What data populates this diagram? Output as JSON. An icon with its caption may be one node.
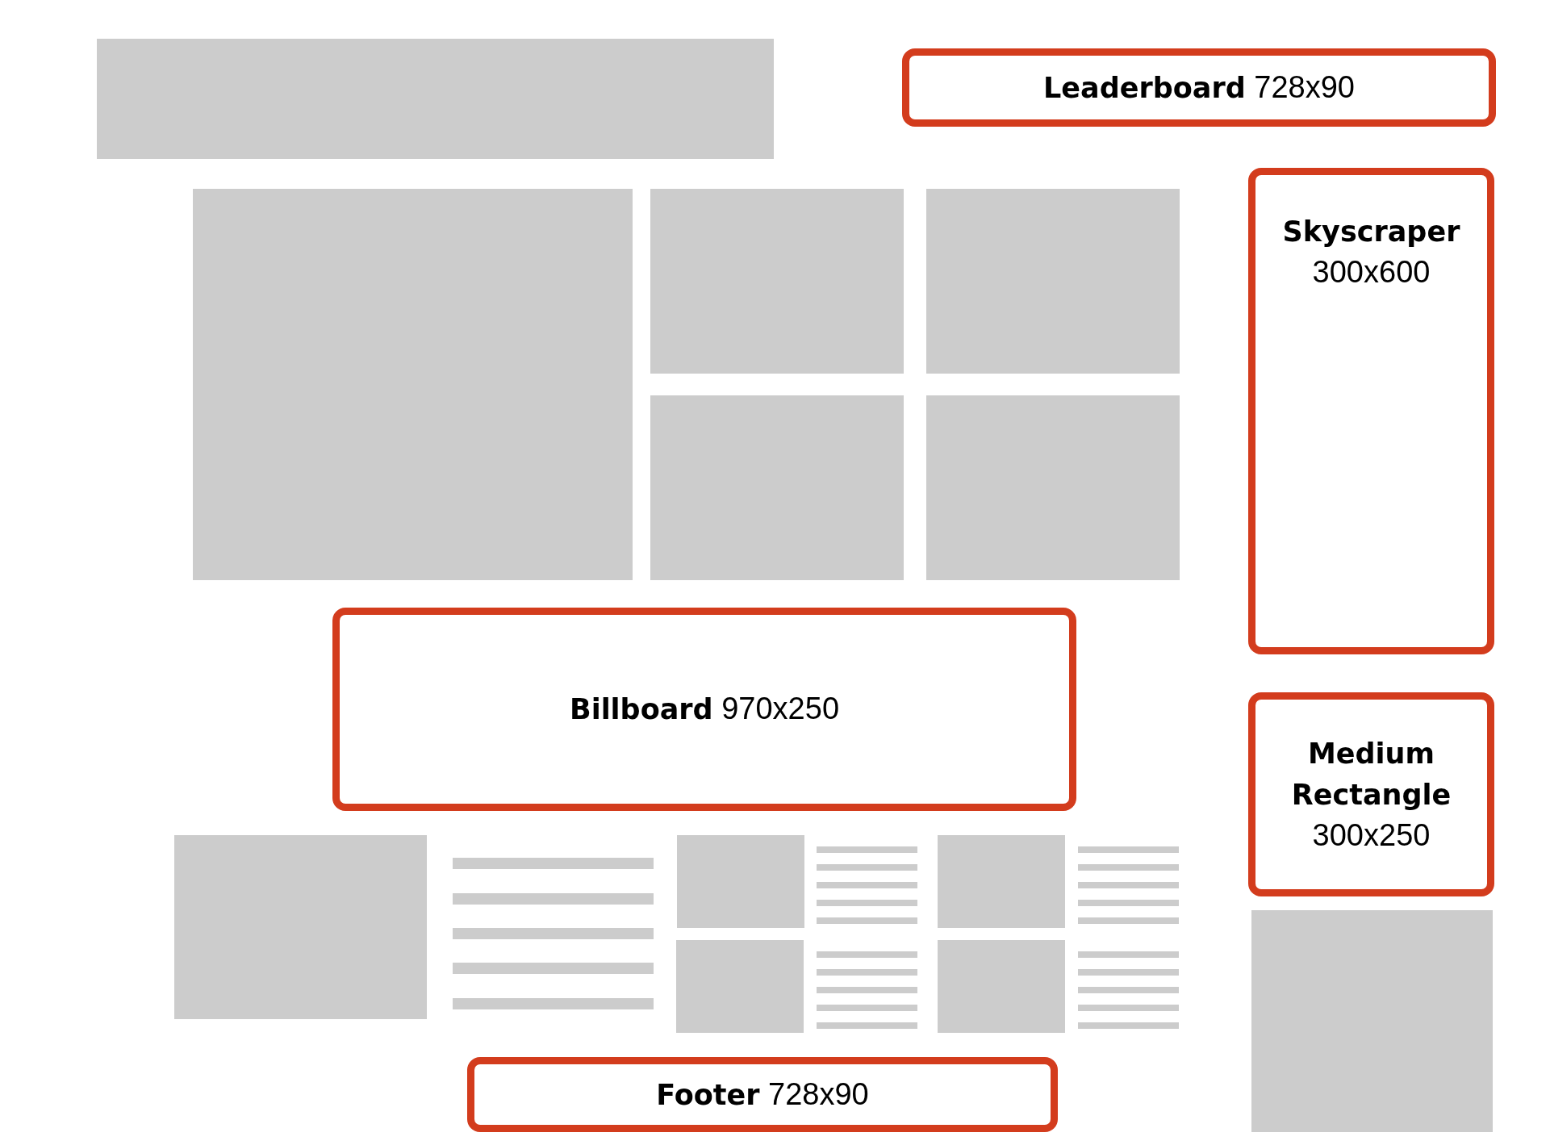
{
  "diagram": {
    "nodes": [
      {
        "text": [
          "**Leaderboard** 728x90"
        ]
      },
      {
        "text": [
          "**Skyscraper** 300x600"
        ]
      },
      {
        "text": [
          "**Billboard** 970x250"
        ]
      },
      {
        "text": [
          "**Medium Rectangle** 300x250"
        ]
      },
      {
        "text": [
          "**Footer** 728x90"
        ]
      }
    ]
  }
}
